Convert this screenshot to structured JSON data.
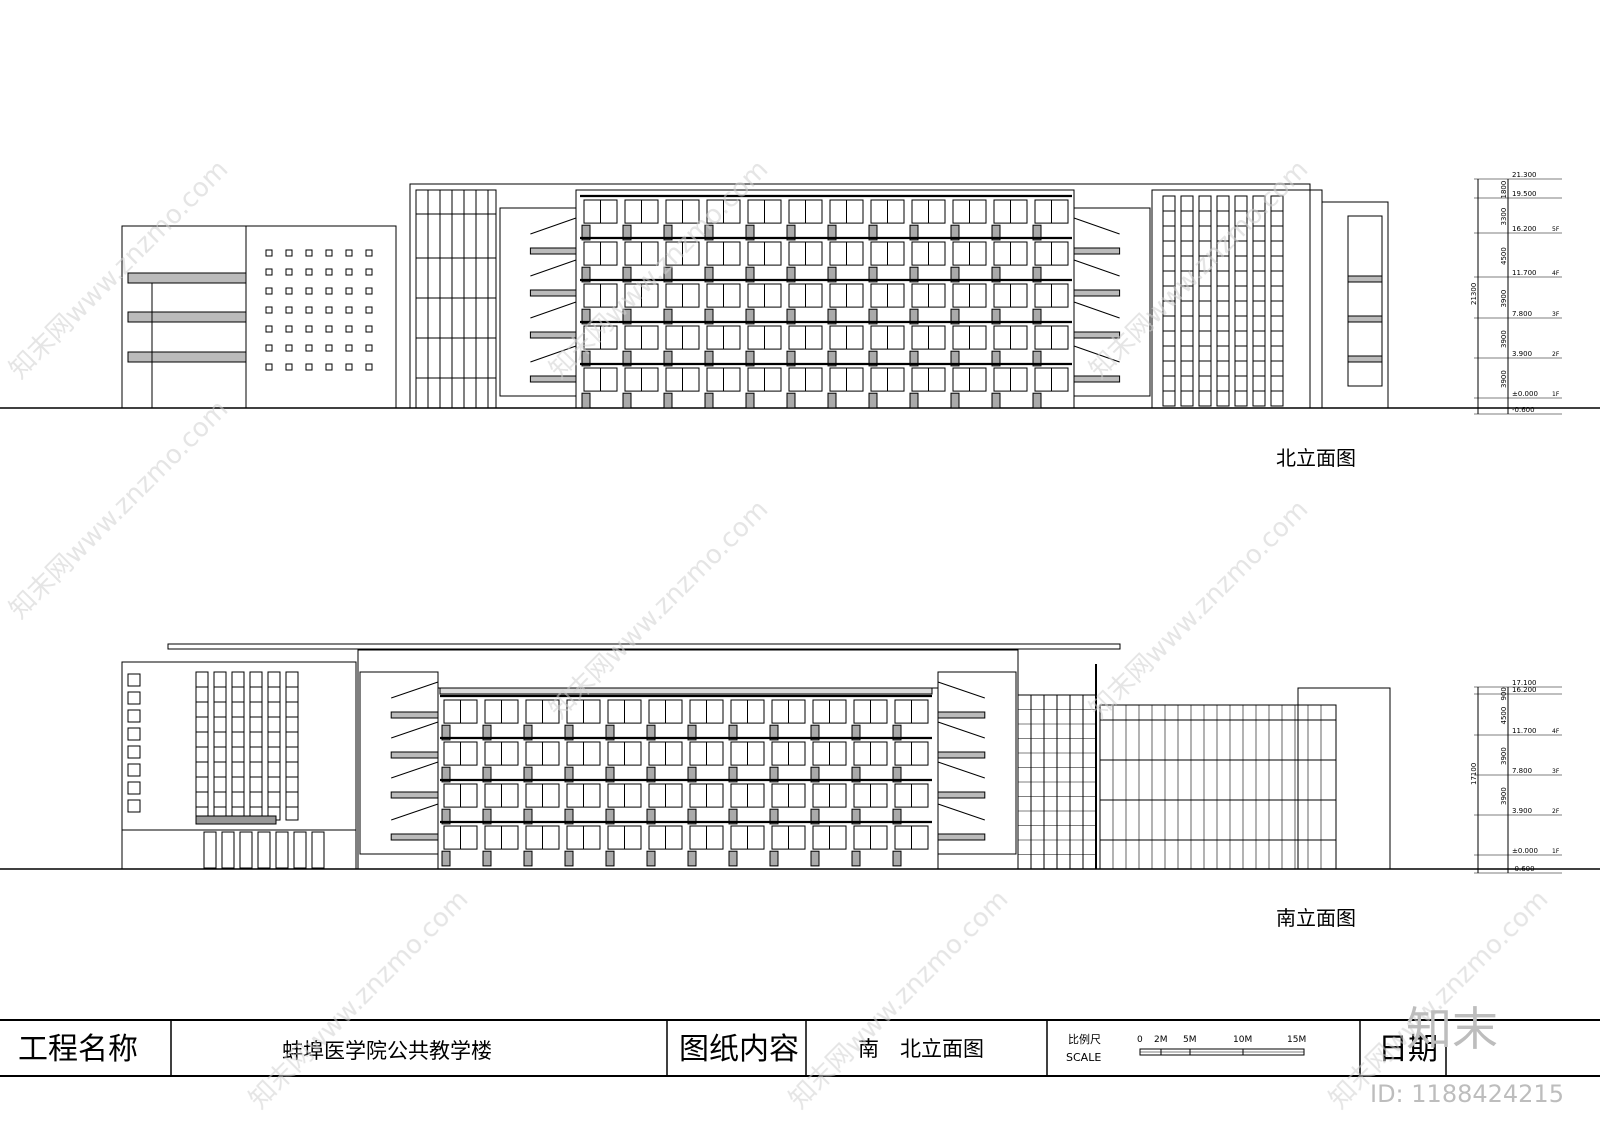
{
  "drawings": {
    "north": {
      "caption": "北立面图",
      "elevations": [
        "21.300",
        "19.500",
        "16.200",
        "11.700",
        "7.800",
        "3.900",
        "±0.000",
        "-0.600"
      ],
      "floors": [
        "5F",
        "4F",
        "3F",
        "2F",
        "1F"
      ],
      "dims": [
        "1800",
        "3300",
        "4500",
        "3900",
        "3900",
        "3900"
      ],
      "total_dim": "21300"
    },
    "south": {
      "caption": "南立面图",
      "elevations": [
        "17.100",
        "16.200",
        "11.700",
        "7.800",
        "3.900",
        "±0.000",
        "-0.600"
      ],
      "floors": [
        "4F",
        "3F",
        "2F",
        "1F"
      ],
      "dims": [
        "900",
        "4500",
        "3900",
        "3900"
      ],
      "total_dim": "17100"
    }
  },
  "title_block": {
    "project_label": "工程名称",
    "project_name": "蚌埠医学院公共教学楼",
    "content_label": "图纸内容",
    "content_value": "南　北立面图",
    "scale_label": "比例尺",
    "scale_label_en": "SCALE",
    "scale_ticks": [
      "0",
      "2M",
      "5M",
      "10M",
      "15M"
    ],
    "date_label": "日期"
  },
  "watermark": {
    "text": "知末网www.znzmo.com",
    "brand": "知末",
    "id_text": "ID: 1188424215"
  }
}
